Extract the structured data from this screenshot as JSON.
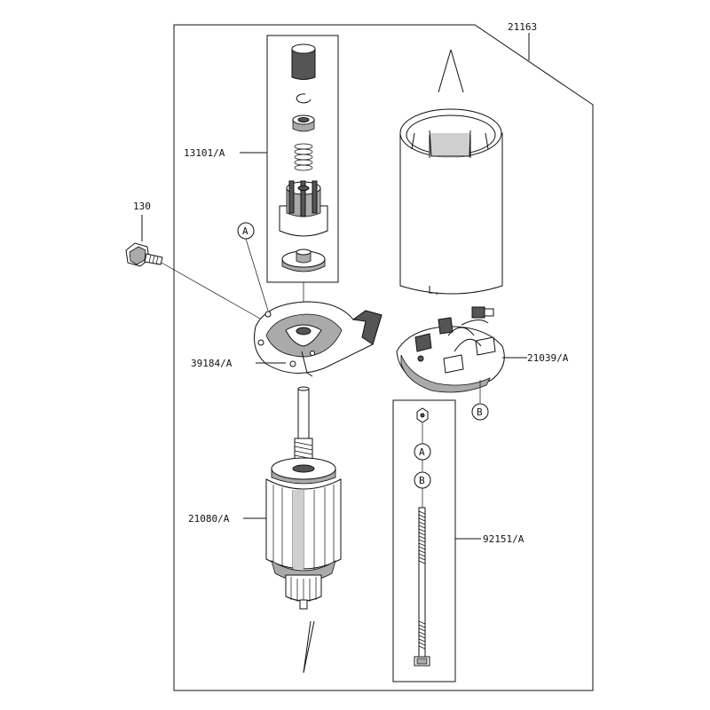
{
  "callouts": {
    "assembly": "21163",
    "bolt": "130",
    "drive_kit": "13101/A",
    "end_bracket": "39184/A",
    "armature": "21080/A",
    "brush_holder": "21039/A",
    "through_bolt": "92151/A"
  },
  "markers": {
    "a": "A",
    "b": "B"
  },
  "colors": {
    "line": "#111111",
    "background": "#ffffff",
    "shade": "#cfcfcf"
  }
}
